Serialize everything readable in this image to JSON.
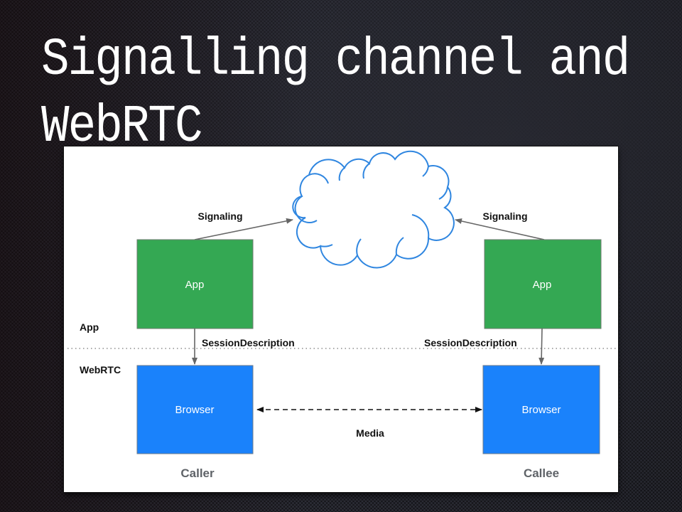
{
  "slide": {
    "title": "Signalling channel and WebRTC"
  },
  "diagram": {
    "layers": {
      "app": "App",
      "webrtc": "WebRTC"
    },
    "caller": {
      "role": "Caller",
      "app_box": "App",
      "browser_box": "Browser",
      "signaling_label": "Signaling",
      "session_label": "SessionDescription"
    },
    "callee": {
      "role": "Callee",
      "app_box": "App",
      "browser_box": "Browser",
      "signaling_label": "Signaling",
      "session_label": "SessionDescription"
    },
    "media_label": "Media",
    "colors": {
      "app_green": "#34a853",
      "browser_blue": "#1a82fb",
      "cloud_stroke": "#2f86e0",
      "arrow_gray": "#666666",
      "role_gray": "#5f6368"
    }
  }
}
